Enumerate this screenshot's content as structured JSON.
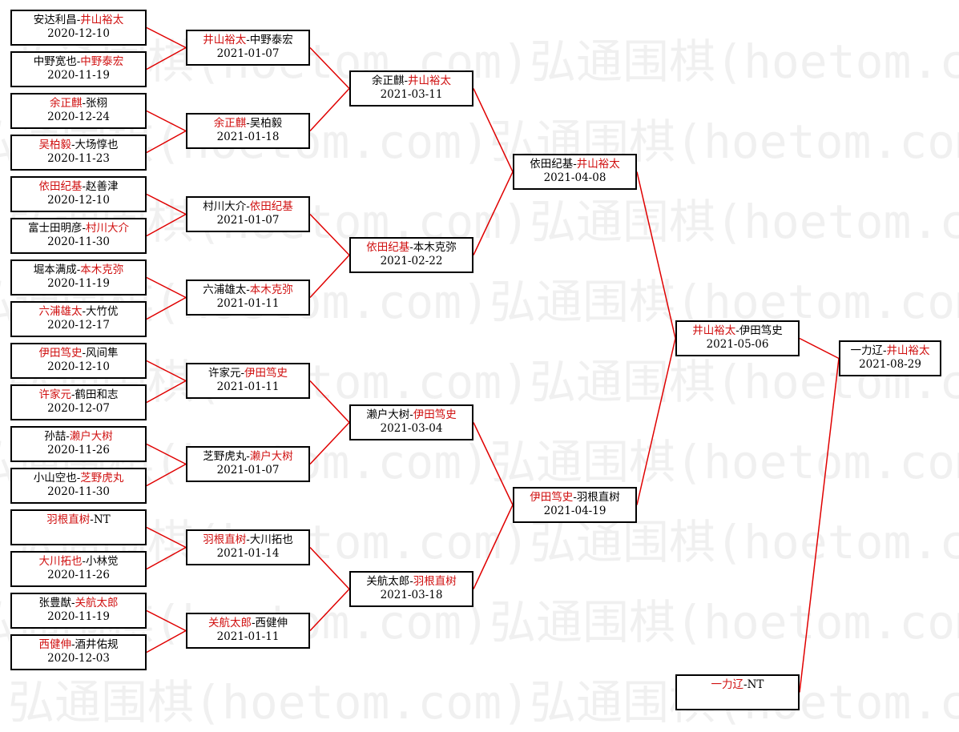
{
  "watermark": "弘通围棋(hoetom.com)",
  "colors": {
    "winner": "#d01010",
    "line": "#e00000",
    "border": "#000000"
  },
  "matches": [
    {
      "id": "r1m1",
      "p1": "安达利昌",
      "p2": "井山裕太",
      "winner": 2,
      "date": "2020-12-10"
    },
    {
      "id": "r1m2",
      "p1": "中野宽也",
      "p2": "中野泰宏",
      "winner": 2,
      "date": "2020-11-19"
    },
    {
      "id": "r1m3",
      "p1": "余正麒",
      "p2": "张栩",
      "winner": 1,
      "date": "2020-12-24"
    },
    {
      "id": "r1m4",
      "p1": "吴柏毅",
      "p2": "大场惇也",
      "winner": 1,
      "date": "2020-11-23"
    },
    {
      "id": "r1m5",
      "p1": "依田纪基",
      "p2": "赵善津",
      "winner": 1,
      "date": "2020-12-10"
    },
    {
      "id": "r1m6",
      "p1": "富士田明彦",
      "p2": "村川大介",
      "winner": 2,
      "date": "2020-11-30"
    },
    {
      "id": "r1m7",
      "p1": "堀本满成",
      "p2": "本木克弥",
      "winner": 2,
      "date": "2020-11-19"
    },
    {
      "id": "r1m8",
      "p1": "六浦雄太",
      "p2": "大竹优",
      "winner": 1,
      "date": "2020-12-17"
    },
    {
      "id": "r1m9",
      "p1": "伊田笃史",
      "p2": "风间隼",
      "winner": 1,
      "date": "2020-12-10"
    },
    {
      "id": "r1m10",
      "p1": "许家元",
      "p2": "鹤田和志",
      "winner": 1,
      "date": "2020-12-07"
    },
    {
      "id": "r1m11",
      "p1": "孙喆",
      "p2": "濑户大树",
      "winner": 2,
      "date": "2020-11-26"
    },
    {
      "id": "r1m12",
      "p1": "小山空也",
      "p2": "芝野虎丸",
      "winner": 2,
      "date": "2020-11-30"
    },
    {
      "id": "r1m13",
      "p1": "羽根直树",
      "p2": "NT",
      "winner": 1,
      "date": ""
    },
    {
      "id": "r1m14",
      "p1": "大川拓也",
      "p2": "小林觉",
      "winner": 1,
      "date": "2020-11-26"
    },
    {
      "id": "r1m15",
      "p1": "张豊猷",
      "p2": "关航太郎",
      "winner": 2,
      "date": "2020-11-19"
    },
    {
      "id": "r1m16",
      "p1": "西健伸",
      "p2": "酒井佑规",
      "winner": 1,
      "date": "2020-12-03"
    },
    {
      "id": "r2m1",
      "p1": "井山裕太",
      "p2": "中野泰宏",
      "winner": 1,
      "date": "2021-01-07"
    },
    {
      "id": "r2m2",
      "p1": "余正麒",
      "p2": "吴柏毅",
      "winner": 1,
      "date": "2021-01-18"
    },
    {
      "id": "r2m3",
      "p1": "村川大介",
      "p2": "依田纪基",
      "winner": 2,
      "date": "2021-01-07"
    },
    {
      "id": "r2m4",
      "p1": "六浦雄太",
      "p2": "本木克弥",
      "winner": 2,
      "date": "2021-01-11"
    },
    {
      "id": "r2m5",
      "p1": "许家元",
      "p2": "伊田笃史",
      "winner": 2,
      "date": "2021-01-11"
    },
    {
      "id": "r2m6",
      "p1": "芝野虎丸",
      "p2": "濑户大树",
      "winner": 2,
      "date": "2021-01-07"
    },
    {
      "id": "r2m7",
      "p1": "羽根直树",
      "p2": "大川拓也",
      "winner": 1,
      "date": "2021-01-14"
    },
    {
      "id": "r2m8",
      "p1": "关航太郎",
      "p2": "西健伸",
      "winner": 1,
      "date": "2021-01-11"
    },
    {
      "id": "r3m1",
      "p1": "余正麒",
      "p2": "井山裕太",
      "winner": 2,
      "date": "2021-03-11"
    },
    {
      "id": "r3m2",
      "p1": "依田纪基",
      "p2": "本木克弥",
      "winner": 1,
      "date": "2021-02-22"
    },
    {
      "id": "r3m3",
      "p1": "濑户大树",
      "p2": "伊田笃史",
      "winner": 2,
      "date": "2021-03-04"
    },
    {
      "id": "r3m4",
      "p1": "关航太郎",
      "p2": "羽根直树",
      "winner": 2,
      "date": "2021-03-18"
    },
    {
      "id": "r4m1",
      "p1": "依田纪基",
      "p2": "井山裕太",
      "winner": 2,
      "date": "2021-04-08"
    },
    {
      "id": "r4m2",
      "p1": "伊田笃史",
      "p2": "羽根直树",
      "winner": 1,
      "date": "2021-04-19"
    },
    {
      "id": "r5m1",
      "p1": "井山裕太",
      "p2": "伊田笃史",
      "winner": 1,
      "date": "2021-05-06"
    },
    {
      "id": "r5m2",
      "p1": "一力辽",
      "p2": "NT",
      "winner": 1,
      "date": ""
    },
    {
      "id": "final",
      "p1": "一力辽",
      "p2": "井山裕太",
      "winner": 2,
      "date": "2021-08-29"
    }
  ]
}
